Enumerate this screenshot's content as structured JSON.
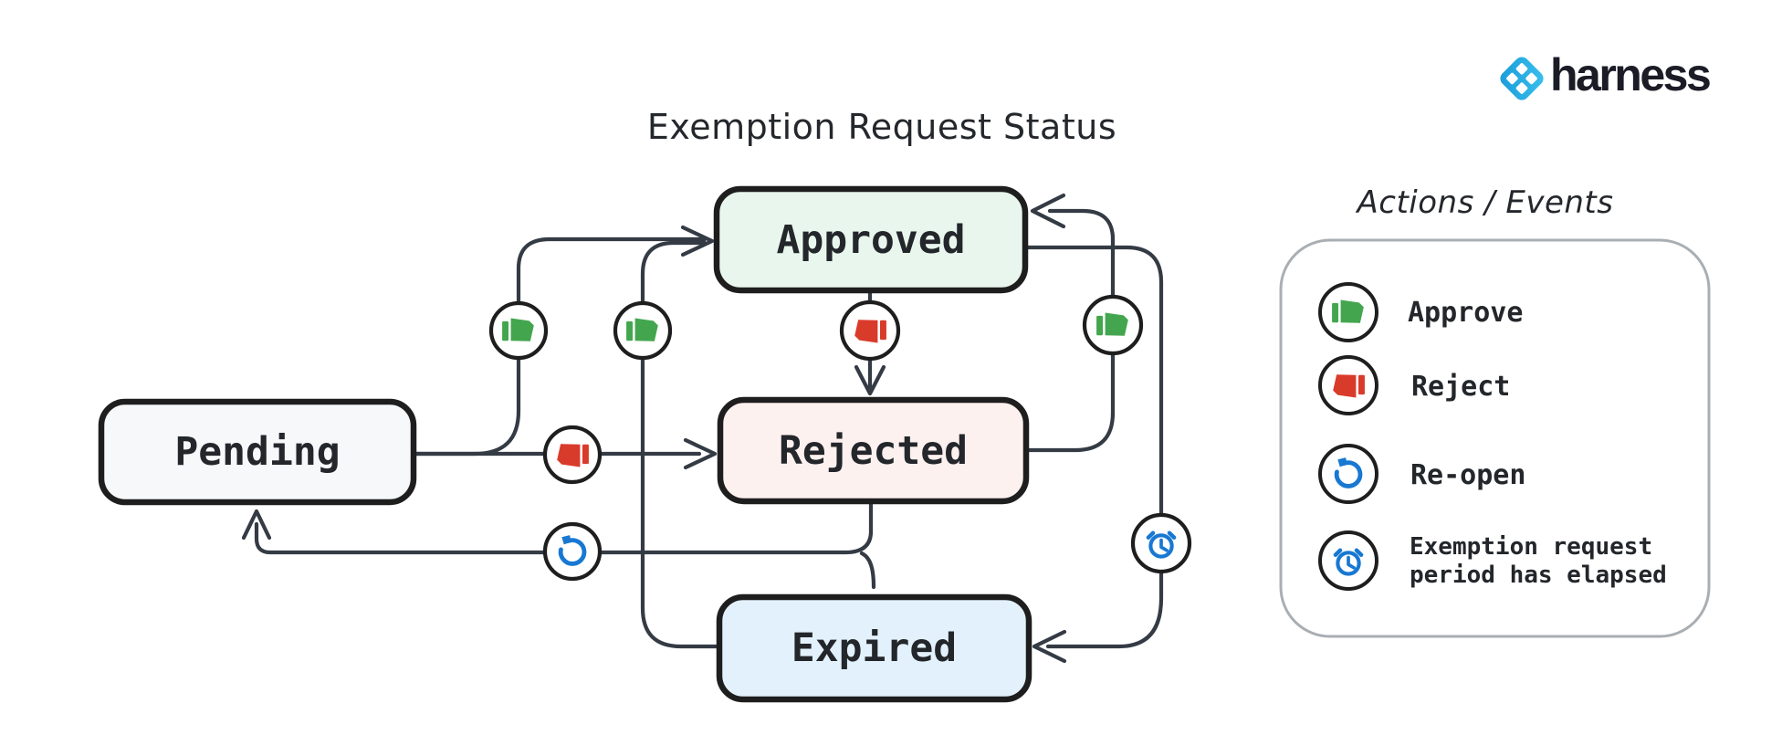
{
  "brand": {
    "name": "harness",
    "mark_color": "#29aee3"
  },
  "diagram_title": "Exemption Request Status",
  "legend": {
    "title": "Actions / Events",
    "items": [
      {
        "icon": "thumbs-up-icon",
        "color": "#43a64e",
        "label": "Approve"
      },
      {
        "icon": "thumbs-down-icon",
        "color": "#d93b2b",
        "label": "Reject"
      },
      {
        "icon": "reopen-icon",
        "color": "#1878d2",
        "label": "Re-open"
      },
      {
        "icon": "alarm-clock-icon",
        "color": "#1878d2",
        "label": "Exemption request period has elapsed",
        "label_line1": "Exemption request",
        "label_line2": "period has elapsed"
      }
    ]
  },
  "states": [
    {
      "id": "pending",
      "label": "Pending",
      "fill": "#f6f8fa"
    },
    {
      "id": "approved",
      "label": "Approved",
      "fill": "#e9f6ed"
    },
    {
      "id": "rejected",
      "label": "Rejected",
      "fill": "#fdf1ef"
    },
    {
      "id": "expired",
      "label": "Expired",
      "fill": "#e2f1fc"
    }
  ],
  "transitions": [
    {
      "from": "Pending",
      "to": "Approved",
      "action": "Approve"
    },
    {
      "from": "Pending",
      "to": "Rejected",
      "action": "Reject"
    },
    {
      "from": "Approved",
      "to": "Rejected",
      "action": "Reject"
    },
    {
      "from": "Rejected",
      "to": "Approved",
      "action": "Approve"
    },
    {
      "from": "Expired",
      "to": "Approved",
      "action": "Approve"
    },
    {
      "from": "Approved",
      "to": "Expired",
      "action": "Exemption request period has elapsed"
    },
    {
      "from": "Rejected",
      "to": "Pending",
      "action": "Re-open"
    },
    {
      "from": "Rejected",
      "to": "Expired",
      "action": ""
    }
  ]
}
